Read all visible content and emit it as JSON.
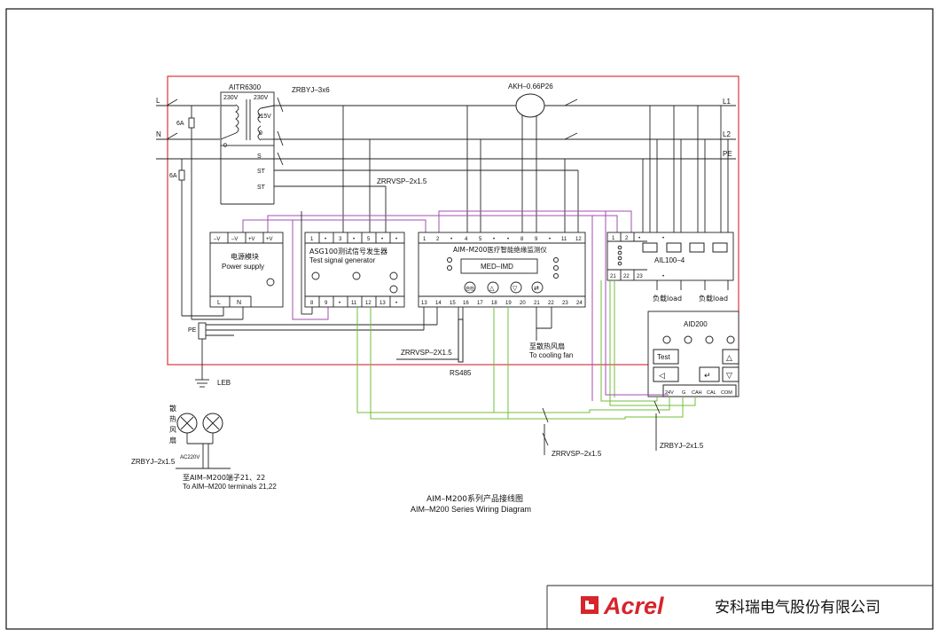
{
  "labels": {
    "aitr": "AITR6300",
    "v230a": "230V",
    "v230b": "230V",
    "v115": "115V",
    "zero_a": "0",
    "zero_b": "0",
    "s": "S",
    "st1": "ST",
    "st2": "ST",
    "zrbyj_3x6": "ZRBYJ–3x6",
    "akh": "AKH–0.66P26",
    "l1": "L1",
    "l2": "L2",
    "pe": "PE",
    "l": "L",
    "n": "N",
    "fuse1": "6A",
    "fuse2": "6A",
    "zrrvsp_mid": "ZRRVSP–2x1.5",
    "pe_bar": "PE",
    "leb": "LEB",
    "zrrvsp_rs": "ZRRVSP–2X1.5",
    "rs485": "RS485",
    "fan_cn": "至散热风扇",
    "fan_en": "To cooling fan",
    "zrrvsp_bottom": "ZRRVSP–2x1.5",
    "zrbyj_bottom": "ZRBYJ–2x1.5",
    "fan_vertical": [
      "散",
      "热",
      "风",
      "扇"
    ],
    "zrbyj_fan": "ZRBYJ–2x1.5",
    "ac220": "AC220V",
    "term_cn": "至AIM–M200端子21、22",
    "term_en": "To AIM–M200 terminals 21,22",
    "load1": "负载load",
    "load2": "负载load"
  },
  "power_supply": {
    "terminals_top": [
      "–V",
      "–V",
      "+V",
      "+V"
    ],
    "title_cn": "电源模块",
    "title_en": "Power supply",
    "terminals_bottom": [
      "L",
      "N"
    ]
  },
  "asg": {
    "terminals_top": [
      "1",
      "•",
      "3",
      "•",
      "5",
      "•",
      "•"
    ],
    "title_cn": "ASG100测试信号发生器",
    "title_en": "Test signal generator",
    "terminals_bottom": [
      "8",
      "9",
      "•",
      "11",
      "12",
      "13",
      "•"
    ]
  },
  "aim": {
    "terminals_top": [
      "1",
      "2",
      "•",
      "4",
      "5",
      "•",
      "•",
      "8",
      "9",
      "•",
      "11",
      "12"
    ],
    "title": "AIM–M200医疗智能绝缘监测仪",
    "display": "MED–IMD",
    "buttons": [
      "自检",
      "△",
      "▽",
      "⇄"
    ],
    "terminals_bottom": [
      "13",
      "14",
      "15",
      "16",
      "17",
      "18",
      "19",
      "20",
      "21",
      "22",
      "23",
      "24"
    ]
  },
  "ail": {
    "terminals_top": [
      "1",
      "2",
      "•",
      "•"
    ],
    "title": "AIL100–4",
    "terminals_bottom": [
      "21",
      "22",
      "23",
      "•"
    ]
  },
  "aid": {
    "title": "AID200",
    "test": "Test",
    "terminals": [
      "24V",
      "G",
      "CAH",
      "CAL",
      "COM"
    ]
  },
  "caption": {
    "cn": "AIM–M200系列产品接线图",
    "en": "AIM–M200 Series Wiring Diagram"
  },
  "company": {
    "brand": "Acrel",
    "name_cn": "安科瑞电气股份有限公司",
    "brand_color": "#d6252b"
  },
  "colors": {
    "red_frame": "#d6252b",
    "purple_wire": "#a24fb0",
    "green_wire": "#6fbf3a"
  }
}
